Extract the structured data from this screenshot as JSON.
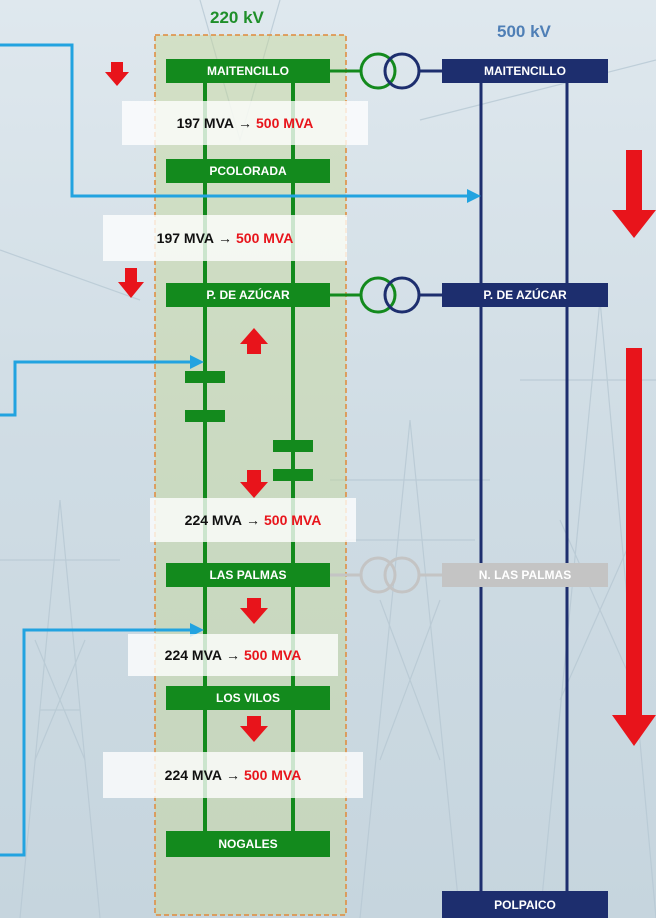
{
  "colors": {
    "bus_220": "#138a1d",
    "bus_500": "#1d2e6e",
    "inactive": "#c4c4c4",
    "feeder": "#22a3e0",
    "arrow": "#e8141b",
    "voltage_220": "#1f8f2a",
    "voltage_500": "#4f7fb6",
    "zone_border": "#e08a3a"
  },
  "voltages": {
    "kv220": "220 kV",
    "kv500": "500 kV"
  },
  "buses_220": {
    "maitencillo": "MAITENCILLO",
    "pcolorada": "PCOLORADA",
    "p_de_azucar": "P. DE AZÚCAR",
    "las_palmas": "LAS PALMAS",
    "los_vilos": "LOS VILOS",
    "nogales": "NOGALES"
  },
  "buses_500": {
    "maitencillo": "MAITENCILLO",
    "p_de_azucar": "P. DE AZÚCAR",
    "n_las_palmas": "N. LAS PALMAS",
    "polpaico": "POLPAICO"
  },
  "capacity_upgrades": [
    {
      "from": "197 MVA",
      "arrow": "→",
      "to": "500 MVA"
    },
    {
      "from": "197 MVA",
      "arrow": "→",
      "to": "500 MVA"
    },
    {
      "from": "224 MVA",
      "arrow": "→",
      "to": "500 MVA"
    },
    {
      "from": "224 MVA",
      "arrow": "→",
      "to": "500 MVA"
    },
    {
      "from": "224 MVA",
      "arrow": "→",
      "to": "500 MVA"
    }
  ]
}
